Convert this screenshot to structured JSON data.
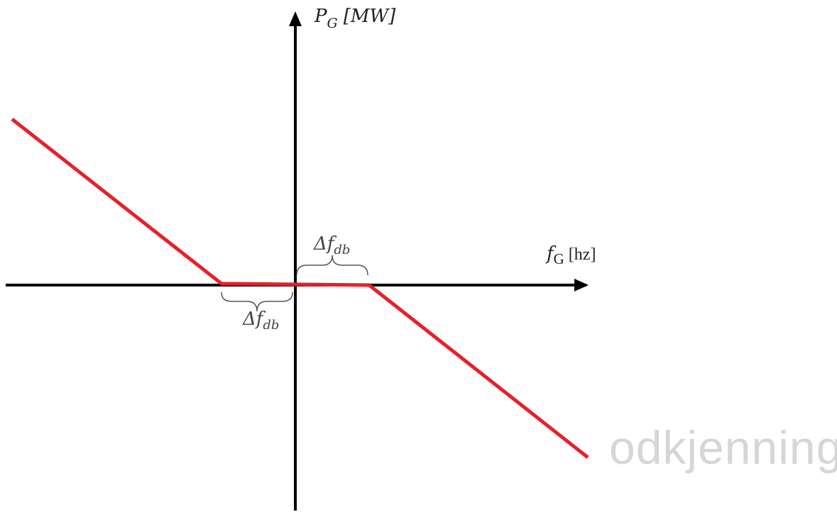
{
  "axes": {
    "y_label": {
      "main": "P",
      "sub": "G",
      "unit": "[MW]"
    },
    "x_label": {
      "main": "f",
      "sub": "G",
      "unit": "[hz]"
    }
  },
  "deadband": {
    "upper_label": {
      "main": "Δf",
      "sub": "db"
    },
    "lower_label": {
      "main": "Δf",
      "sub": "db"
    }
  },
  "colors": {
    "axis": "#000000",
    "curve": "#e3222b",
    "brace": "#555555",
    "watermark": "#d6d6d6"
  },
  "watermark": "odkjenning"
}
